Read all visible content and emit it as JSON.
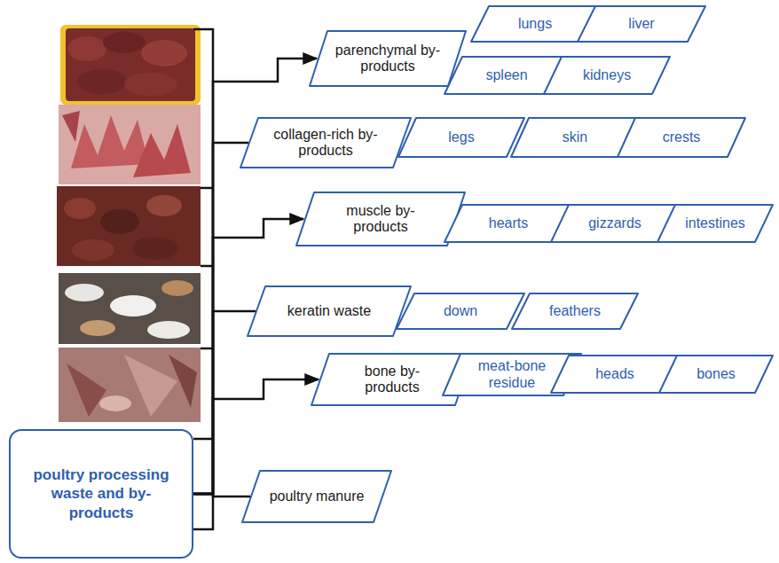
{
  "diagram": {
    "nodes": [
      {
        "text": [
          "parenchymal by-products"
        ]
      },
      {
        "text": [
          "lungs"
        ]
      },
      {
        "text": [
          "liver"
        ]
      },
      {
        "text": [
          "spleen"
        ]
      },
      {
        "text": [
          "kidneys"
        ]
      },
      {
        "text": [
          "collagen-rich by-products"
        ]
      },
      {
        "text": [
          "legs"
        ]
      },
      {
        "text": [
          "skin"
        ]
      },
      {
        "text": [
          "crests"
        ]
      },
      {
        "text": [
          "muscle by-products"
        ]
      },
      {
        "text": [
          "hearts"
        ]
      },
      {
        "text": [
          "gizzards"
        ]
      },
      {
        "text": [
          "intestines"
        ]
      },
      {
        "text": [
          "keratin waste"
        ]
      },
      {
        "text": [
          "down"
        ]
      },
      {
        "text": [
          "feathers"
        ]
      },
      {
        "text": [
          "bone by-products"
        ]
      },
      {
        "text": [
          "meat-bone residue"
        ]
      },
      {
        "text": [
          "heads"
        ]
      },
      {
        "text": [
          "bones"
        ]
      },
      {
        "text": [
          "poultry manure"
        ]
      },
      {
        "text": [
          "poultry processing waste and by-products"
        ]
      }
    ],
    "edges": [
      {
        "from": 21,
        "to": 0,
        "arrow": "to"
      },
      {
        "from": 21,
        "to": 5,
        "arrow": "none"
      },
      {
        "from": 21,
        "to": 9,
        "arrow": "to"
      },
      {
        "from": 21,
        "to": 13,
        "arrow": "none"
      },
      {
        "from": 21,
        "to": 16,
        "arrow": "to"
      },
      {
        "from": 21,
        "to": 20,
        "arrow": "none"
      }
    ]
  }
}
